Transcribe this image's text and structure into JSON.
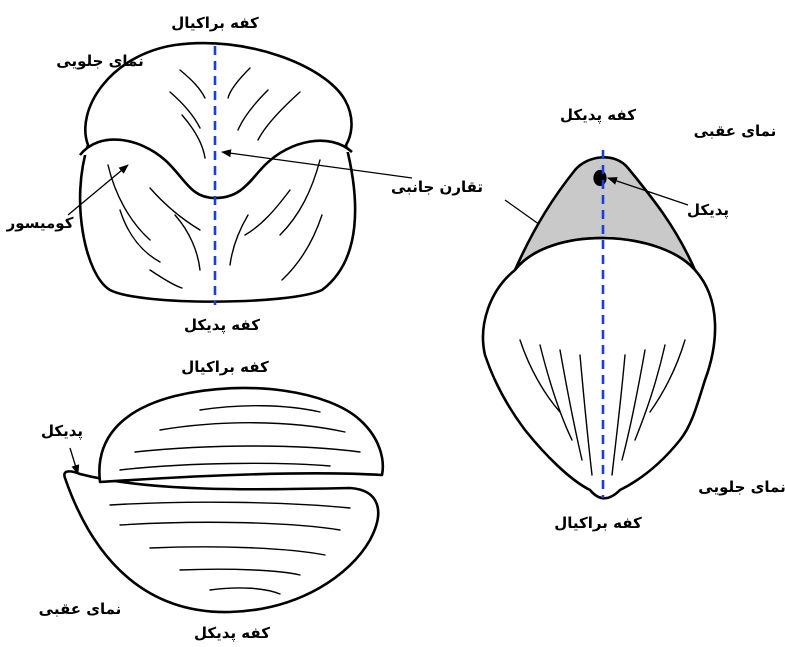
{
  "labels": {
    "front_view_top": "نمای جلویی",
    "top_brachial_valve": "کفه براکیال",
    "commissure": "کومیسور",
    "bilateral_symmetry": "تقارن جانبی",
    "top_pedicle_valve": "کفه پدیکل",
    "side_brachial_valve": "کفه براکیال",
    "side_pedicle": "پدیکل",
    "side_rear_view": "نمای عقبی",
    "side_pedicle_valve": "کفه پدیکل",
    "right_pedicle_valve": "کفه پدیکل",
    "right_rear_view": "نمای عقبی",
    "right_pedicle": "پدیکل",
    "right_front_view": "نمای جلویی",
    "right_brachial_valve": "کفه براکیال"
  },
  "colors": {
    "symmetry_line": "#1a3fd6",
    "pedicle_valve_fill": "#c9c9c9",
    "outline": "#000000"
  },
  "icons": {
    "pedicle_opening": "pedicle-foramen-icon"
  }
}
